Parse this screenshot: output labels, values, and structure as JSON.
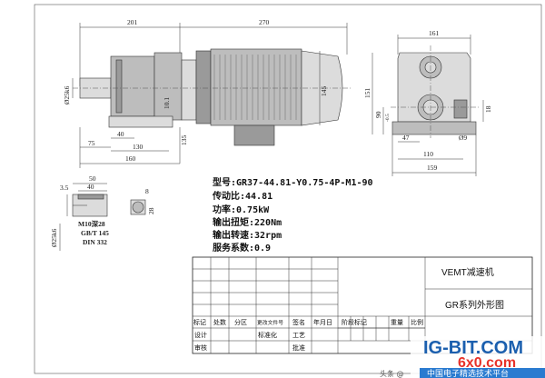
{
  "dimensions": {
    "side_total": "201",
    "side_motor": "270",
    "height_145": "145",
    "shaft_dia": "Ø25k6",
    "d10": "10.1",
    "d135": "135",
    "d75": "75",
    "d40": "40",
    "d130": "130",
    "d160": "160",
    "end_161": "161",
    "end_151": "151",
    "end_90": "90",
    "end_90_tol": "-0.5",
    "end_18": "18",
    "end_47": "47",
    "end_phi9": "Ø9",
    "end_110": "110",
    "end_159": "159",
    "shaft_50": "50",
    "shaft_40": "40",
    "shaft_35": "3.5",
    "shaft_8": "8",
    "shaft_28": "28",
    "shaft_phi25": "Ø25k6"
  },
  "shaft_notes": [
    "M10深28",
    "GB/T 145",
    "DIN 332"
  ],
  "specs": [
    "型号:GR37-44.81-Y0.75-4P-M1-90",
    "传动比:44.81",
    "功率:0.75kW",
    "输出扭矩:220Nm",
    "输出转速:32rpm",
    "服务系数:0.9"
  ],
  "title_block": {
    "company": "VEMT减速机",
    "drawing_title": "GR系列外形图",
    "revision_headers": [
      "标记",
      "处数",
      "分区",
      "更改文件号",
      "签名",
      "年月日"
    ],
    "stage_headers": [
      "阶段标记",
      "重量",
      "比例"
    ],
    "row_design": "设计",
    "row_standard": "标准化",
    "row_review": "审核",
    "row_process": "工艺",
    "row_approve": "批准"
  },
  "watermark": {
    "site": "IG-BIT.COM",
    "brand": "6x0.com",
    "caption": "中国电子精选技术平台",
    "author": "头条 @"
  }
}
